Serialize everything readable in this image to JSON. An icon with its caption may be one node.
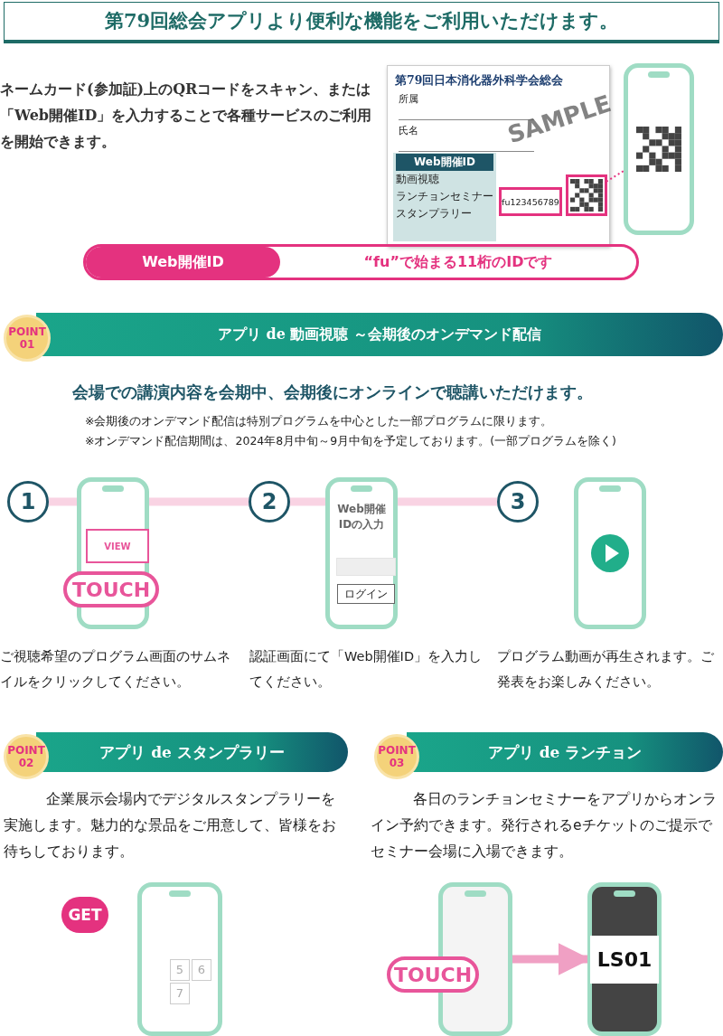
{
  "diagram": {
    "title": "第79回総会アプリより便利な機能をご利用いただけます。",
    "nodes": [
      {
        "text": [
          "第79回日本消化器外科学会総会",
          "所属",
          "氏名"
        ]
      },
      {
        "text": [
          "Web開催ID",
          "動画視聴",
          "ランチョンセミナー",
          "スタンプラリー"
        ],
        "in": 0
      },
      {
        "text": [
          "fu123456789"
        ],
        "in": 0
      },
      {
        "text": [],
        "shape": "picture",
        "in": 0
      },
      {
        "text": [],
        "shape": "picture"
      },
      {
        "text": [
          "Web開催ID",
          "“fu”で始まる11桁のIDです"
        ]
      },
      {
        "text": [
          "アプリ de 動画視聴 ～会期後のオンデマンド配信"
        ],
        "beside": [
          "POINT 01"
        ]
      },
      {
        "text": [
          "1"
        ]
      },
      {
        "text": [],
        "shape": "picture",
        "beside": [
          "ご視聴希望のプログラム画面のサムネイルをクリックしてください。"
        ]
      },
      {
        "text": [
          "VIEW"
        ],
        "in": 8
      },
      {
        "text": [
          "TOUCH"
        ]
      },
      {
        "text": [
          "2"
        ]
      },
      {
        "text": [
          "Web開催IDの入力"
        ],
        "beside": [
          "認証画面にて「Web開催ID」を入力してください。"
        ]
      },
      {
        "text": [],
        "shape": "box",
        "in": 12
      },
      {
        "text": [
          "ログイン"
        ],
        "in": 12
      },
      {
        "text": [
          "3"
        ]
      },
      {
        "text": [],
        "shape": "picture",
        "beside": [
          "プログラム動画が再生されます。ご発表をお楽しみください。"
        ]
      },
      {
        "text": [
          "アプリ de スタンプラリー"
        ],
        "beside": [
          "POINT 02"
        ]
      },
      {
        "text": [
          "アプリ de ランチョン"
        ],
        "beside": [
          "POINT 03"
        ]
      },
      {
        "text": [
          "GET"
        ]
      },
      {
        "text": [
          "5",
          "6",
          "7"
        ]
      },
      {
        "text": [],
        "shape": "picture"
      },
      {
        "text": [
          "TOUCH"
        ]
      },
      {
        "text": [
          "LS01"
        ]
      }
    ],
    "edges": [
      {
        "from": 3,
        "to": 4,
        "arrow": "none",
        "style": "dashed",
        "color": "#e4327f"
      },
      {
        "from": 7,
        "to": 11,
        "arrow": "none",
        "color": "#f9d3e3"
      },
      {
        "from": 11,
        "to": 15,
        "arrow": "none",
        "color": "#f9d3e3"
      },
      {
        "from": 21,
        "to": 23,
        "arrow": "to",
        "color": "#f0a0c4"
      }
    ],
    "labels": [
      "ネームカード(参加証)上のQRコードをスキャン、または「Web開催ID」を入力することで各種サービスのご利用を開始できます。",
      "SAMPLE",
      "会場での講演内容を会期中、会期後にオンラインで聴講いただけます。",
      "※会期後のオンデマンド配信は特別プログラムを中心とした一部プログラムに限ります。",
      "※オンデマンド配信期間は、2024年8月中旬～9月中旬を予定しております。(一部プログラムを除く)",
      "企業展示会場内でデジタルスタンプラリーを実施します。魅力的な景品をご用意して、皆様をお待ちしております。",
      "各日のランチョンセミナーをアプリからオンライン予約できます。発行されるeチケットのご提示でセミナー会場に入場できます。"
    ]
  }
}
